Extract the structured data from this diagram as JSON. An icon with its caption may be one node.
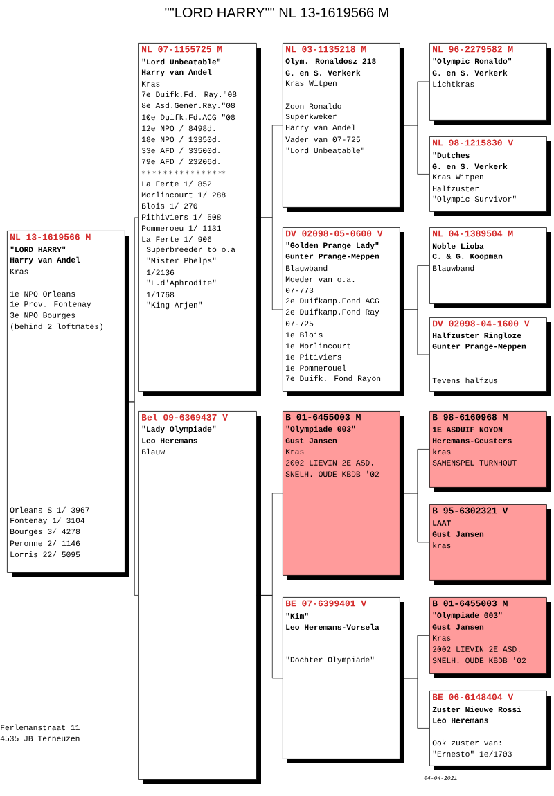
{
  "diagram": {
    "title": "\"\"LORD HARRY\"\" NL 13-1619566 M",
    "nodes": [
      {
        "text": [
          "NL 13-1619566 M",
          "\"LORD HARRY\"",
          "Harry van Andel",
          "Kras",
          "1e NPO Orleans",
          "1e Prov. Fontenay",
          "3e NPO Bourges",
          "(behind 2 loftmates)",
          "Orleans S 1/ 3967",
          "Fontenay 1/ 3104",
          "Bourges 3/ 4278",
          "Peronne 2/ 1146",
          "Lorris 22/ 5095"
        ]
      },
      {
        "text": [
          "NL 07-1155725 M",
          "\"Lord Unbeatable\"",
          "Harry van Andel",
          "Kras",
          "7e Duifk.Fd. Ray.\"08",
          "8e Asd.Gener.Ray.\"08",
          "10e Duifk.Fd.ACG \"08",
          "12e NPO / 8498d.",
          "18e NPO / 13350d.",
          "33e AFD / 33500d.",
          "79e AFD / 23206d.",
          "****************",
          "La Ferte 1/ 852",
          "Morlincourt 1/ 288",
          "Blois 1/ 270",
          "Pithiviers 1/ 508",
          "Pommeroeu 1/ 1131",
          "La Ferte 1/ 906",
          "Superbreeder to o.a",
          "\"Mister Phelps\"",
          "1/2136",
          "\"L.d'Aphrodite\"",
          "1/1768",
          "\"King Arjen\""
        ]
      },
      {
        "text": [
          "Bel 09-6369437 V",
          "\"Lady Olympiade\"",
          "Leo Heremans",
          "Blauw"
        ]
      },
      {
        "text": [
          "NL 03-1135218 M",
          "Olym. Ronaldosz 218",
          "G. en S. Verkerk",
          "Kras Witpen",
          "Zoon Ronaldo",
          "Superkweker",
          "Harry van Andel",
          "Vader van 07-725",
          "\"Lord Unbeatable\""
        ]
      },
      {
        "text": [
          "DV 02098-05-0600 V",
          "\"Golden Prange Lady\"",
          "Gunter Prange-Meppen",
          "Blauwband",
          "Moeder van o.a.",
          "07-773",
          "2e Duifkamp.Fond ACG",
          "2e Duifkamp.Fond Ray",
          "07-725",
          "1e Blois",
          "1e Morlincourt",
          "1e Pitiviers",
          "1e Pommerouel",
          "7e Duifk. Fond Rayon"
        ]
      },
      {
        "text": [
          "B 01-6455003 M",
          "\"Olympiade 003\"",
          "Gust Jansen",
          "Kras",
          "2002 LIEVIN 2E ASD.",
          "SNELH. OUDE KBDB '02"
        ]
      },
      {
        "text": [
          "BE 07-6399401 V",
          "\"Kim\"",
          "Leo Heremans-Vorsela",
          "\"Dochter Olympiade\""
        ]
      },
      {
        "text": [
          "NL 96-2279582 M",
          "\"Olympic Ronaldo\"",
          "G. en S. Verkerk",
          "Lichtkras"
        ]
      },
      {
        "text": [
          "NL 98-1215830 V",
          "\"Dutches",
          "G. en S. Verkerk",
          "Kras Witpen",
          "Halfzuster",
          "\"Olympic Survivor\""
        ]
      },
      {
        "text": [
          "NL 04-1389504 M",
          "Noble Lioba",
          "C. & G. Koopman",
          "Blauwband"
        ]
      },
      {
        "text": [
          "DV 02098-04-1600 V",
          "Halfzuster Ringloze",
          "Gunter Prange-Meppen",
          "Tevens halfzus"
        ]
      },
      {
        "text": [
          "B 98-6160968 M",
          "1E ASDUIF NOYON",
          "Heremans-Ceusters",
          "kras",
          "SAMENSPEL TURNHOUT"
        ]
      },
      {
        "text": [
          "B 95-6302321 V",
          "LAAT",
          "Gust Jansen",
          "kras"
        ]
      },
      {
        "text": [
          "B 01-6455003 M",
          "\"Olympiade 003\"",
          "Gust Jansen",
          "Kras",
          "2002 LIEVIN 2E ASD.",
          "SNELH. OUDE KBDB '02"
        ]
      },
      {
        "text": [
          "BE 06-6148404 V",
          "Zuster Nieuwe Rossi",
          "Leo Heremans",
          "Ook zuster van:",
          "\"Ernesto\" 1e/1703"
        ]
      }
    ],
    "edges": [
      {
        "from": 0,
        "to": 1,
        "arrow": "none"
      },
      {
        "from": 0,
        "to": 2,
        "arrow": "none"
      },
      {
        "from": 1,
        "to": 3,
        "arrow": "none"
      },
      {
        "from": 1,
        "to": 4,
        "arrow": "none"
      },
      {
        "from": 2,
        "to": 5,
        "arrow": "none"
      },
      {
        "from": 2,
        "to": 6,
        "arrow": "none"
      },
      {
        "from": 3,
        "to": 7,
        "arrow": "none"
      },
      {
        "from": 3,
        "to": 8,
        "arrow": "none"
      },
      {
        "from": 4,
        "to": 9,
        "arrow": "none"
      },
      {
        "from": 4,
        "to": 10,
        "arrow": "none"
      },
      {
        "from": 5,
        "to": 11,
        "arrow": "none"
      },
      {
        "from": 5,
        "to": 12,
        "arrow": "none"
      },
      {
        "from": 6,
        "to": 13,
        "arrow": "none"
      },
      {
        "from": 6,
        "to": 14,
        "arrow": "none"
      }
    ],
    "labels": [
      "Ferlemanstraat 11",
      "4535 JB Terneuzen",
      "04-04-2021"
    ]
  }
}
